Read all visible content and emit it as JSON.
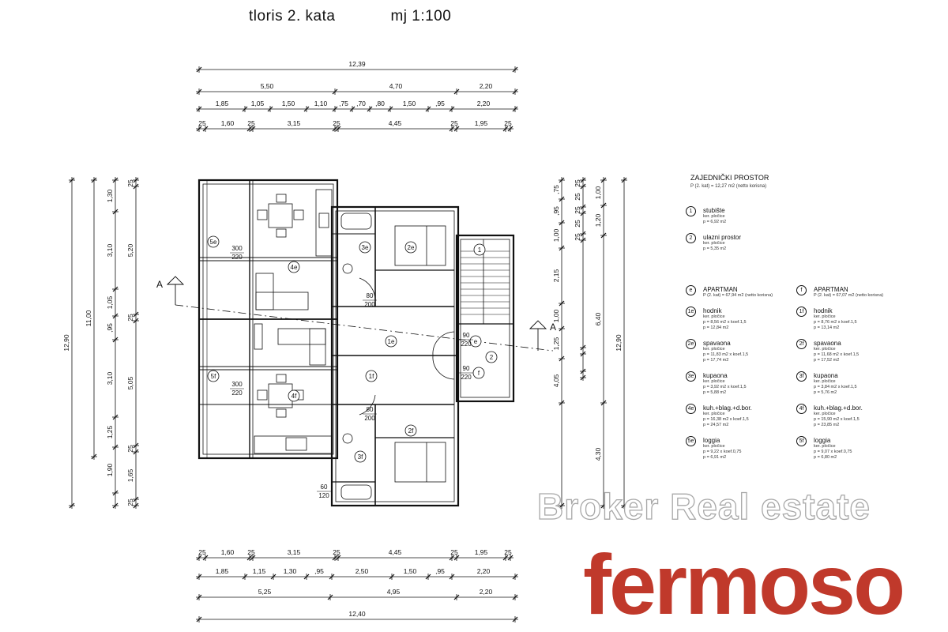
{
  "title": {
    "left": "tloris  2. kata",
    "right": "mj  1:100"
  },
  "dims": {
    "top_total": "12,39",
    "top_row2": [
      "5,50",
      "4,70",
      "2,20"
    ],
    "top_row3": [
      "1,85",
      "1,05",
      "1,50",
      "1,10",
      ",75",
      ",70",
      ",80",
      "1,50",
      ",95",
      "2,20"
    ],
    "top_row4": [
      "25",
      "1,60",
      "25",
      "3,15",
      "25",
      "4,45",
      "25",
      "1,95",
      "25"
    ],
    "bottom_row1": [
      "25",
      "1,60",
      "25",
      "3,15",
      "25",
      "4,45",
      "25",
      "1,95",
      "25"
    ],
    "bottom_row2": [
      "1,85",
      "1,15",
      "1,30",
      ",95",
      "2,50",
      "1,50",
      ",95",
      "2,20"
    ],
    "bottom_row3": [
      "5,25",
      "4,95",
      "2,20"
    ],
    "bottom_total": "12,40",
    "left_total": "12,90",
    "left_mid": "11,00",
    "left_col1": [
      "1,30",
      "3,10",
      "1,05",
      ",95",
      "3,10",
      "1,25",
      "1,90"
    ],
    "left_col2": [
      "25",
      "5,20",
      "25",
      "5,05",
      "25",
      "1,65",
      "25"
    ],
    "right_total": "12,90",
    "right_col1": [
      ",75",
      ",95",
      "1,00",
      "2,15",
      "1,00",
      "1,25",
      "4,05"
    ],
    "right_col2": [
      "25",
      "25",
      "25",
      "25",
      "25"
    ],
    "right_col3": [
      "1,00",
      "1,20",
      "6,40",
      "4,30"
    ]
  },
  "section_marks": {
    "left": "A",
    "right": "A"
  },
  "room_labels": [
    "5e",
    "4e",
    "3e",
    "2e",
    "1e",
    "1",
    "2",
    "e",
    "f",
    "5f",
    "4f",
    "3f",
    "2f",
    "1f"
  ],
  "openings": [
    "300/220",
    "300/220",
    "90/220",
    "90/220",
    "80/200",
    "80/200",
    "60/120"
  ],
  "legend": {
    "common_title": "ZAJEDNIČKI  PROSTOR",
    "common_area": "P (2. kat) = 12,27 m2   (netto korisna)",
    "common_items": [
      {
        "num": "1",
        "name": "stubište",
        "lines": [
          "ker. pločice",
          "p = 6,92 m2"
        ]
      },
      {
        "num": "2",
        "name": "ulazni prostor",
        "lines": [
          "ker. pločice",
          "p = 5,35 m2"
        ]
      }
    ],
    "apt_e": {
      "mark": "e",
      "title": "APARTMAN",
      "area": "P (2. kat) = 67,94 m2   (netto korisna)",
      "items": [
        {
          "num": "1e",
          "name": "hodnik",
          "lines": [
            "ker. pločice",
            "p = 8,56 m2 x koef.1,5",
            "p = 12,84 m2"
          ]
        },
        {
          "num": "2e",
          "name": "spavaona",
          "lines": [
            "ker. pločice",
            "p = 11,83 m2 x koef.1,5",
            "p = 17,74 m2"
          ]
        },
        {
          "num": "3e",
          "name": "kupaona",
          "lines": [
            "ker. pločice",
            "p = 3,92 m2  x koef.1,5",
            "p = 5,88 m2"
          ]
        },
        {
          "num": "4e",
          "name": "kuh.+blag.+d.bor.",
          "lines": [
            "ker. pločice",
            "p = 16,38 m2 x koef.1,5",
            "p = 24,57 m2"
          ]
        },
        {
          "num": "5e",
          "name": "loggia",
          "lines": [
            "ker. pločice",
            "p = 9,22 x koef.0,75",
            "p = 6,91 m2"
          ]
        }
      ]
    },
    "apt_f": {
      "mark": "f",
      "title": "APARTMAN",
      "area": "P (2. kat) = 67,07 m2   (netto korisna)",
      "items": [
        {
          "num": "1f",
          "name": "hodnik",
          "lines": [
            "ker. pločice",
            "p = 8,76 m2 x koef.1,5",
            "p = 13,14 m2"
          ]
        },
        {
          "num": "2f",
          "name": "spavaona",
          "lines": [
            "ker. pločice",
            "p = 11,68 m2 x koef.1,5",
            "p = 17,52 m2"
          ]
        },
        {
          "num": "3f",
          "name": "kupaona",
          "lines": [
            "ker. pločice",
            "p = 3,84 m2 x koef.1,5",
            "p = 5,76 m2"
          ]
        },
        {
          "num": "4f",
          "name": "kuh.+blag.+d.bor.",
          "lines": [
            "ker. pločice",
            "p = 15,90 m2 x koef.1,5",
            "p = 23,85 m2"
          ]
        },
        {
          "num": "5f",
          "name": "loggia",
          "lines": [
            "ker. pločice",
            "p = 9,07 x koef.0,75",
            "p = 6,80 m2"
          ]
        }
      ]
    }
  },
  "watermark": "Broker Real estate",
  "brand": "fermoso",
  "colors": {
    "brand": "#c0392b",
    "watermark": "#a8a8a8",
    "line": "#111111"
  }
}
